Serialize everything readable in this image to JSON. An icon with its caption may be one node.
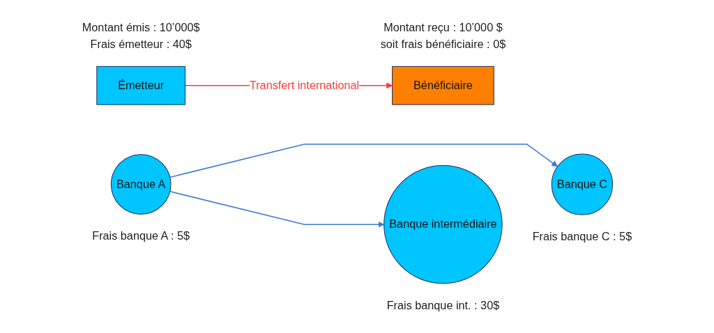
{
  "diagram": {
    "nodes": [
      {
        "text": [
          "Émetteur"
        ],
        "beside": [
          "Montant émis : 10’000$",
          "Frais émetteur : 40$"
        ]
      },
      {
        "text": [
          "Bénéficiaire"
        ],
        "beside": [
          "Montant reçu : 10’000 $",
          "soit frais bénéficiaire : 0$"
        ]
      },
      {
        "text": [
          "Banque A"
        ],
        "beside": [
          "Frais banque A : 5$"
        ]
      },
      {
        "text": [
          "Banque intermédiaire"
        ],
        "beside": [
          "Frais banque int. : 30$"
        ]
      },
      {
        "text": [
          "Banque C"
        ],
        "beside": [
          "Frais banque C : 5$"
        ]
      }
    ],
    "edges": [
      {
        "from": 0,
        "to": 1,
        "arrow": "to",
        "label": "Transfert international",
        "color": "#ff3b3b"
      },
      {
        "from": 2,
        "to": 3,
        "arrow": "to",
        "color": "#3c78d8"
      },
      {
        "from": 2,
        "to": 4,
        "arrow": "to",
        "color": "#3c78d8"
      }
    ]
  }
}
